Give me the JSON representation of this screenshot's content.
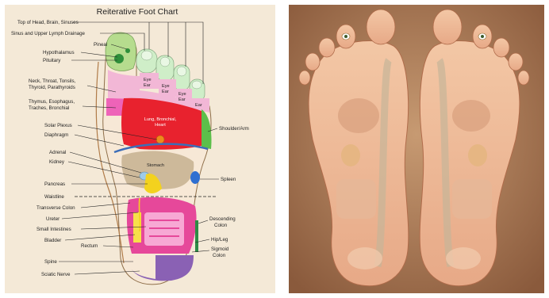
{
  "left_chart": {
    "title": "Reiterative Foot Chart",
    "labels_left": {
      "top_head": "Top of Head, Brain, Sinuses",
      "sinus_lymph": "Sinus and Upper Lymph Drainage",
      "pineal": "Pineal",
      "hypothalamus": "Hypothalamus",
      "pituitary": "Pituitary",
      "neck_1": "Neck, Throat, Tonsils,",
      "neck_2": "Thyroid, Parathyroids",
      "thymus_1": "Thymus, Esophagus,",
      "thymus_2": "Traches, Bronchial",
      "solar_plexus": "Solar Plexus",
      "diaphragm": "Diaphragm",
      "adrenal": "Adrenal",
      "kidney": "Kidney",
      "pancreas": "Pancreas",
      "waistline": "Waistline",
      "transverse_colon": "Transverse Colon",
      "ureter": "Ureter",
      "small_intestines": "Small Intestines",
      "bladder": "Bladder",
      "rectum": "Rectum",
      "spine": "Spine",
      "sciatic_nerve": "Sciatic Nerve"
    },
    "labels_right": {
      "shoulder_arm": "Shoulder/Arm",
      "spleen": "Spleen",
      "descending_1": "Descending",
      "descending_2": "Colon",
      "hip_leg": "Hip/Leg",
      "sigmoid_1": "Sigmoid",
      "sigmoid_2": "Colon"
    },
    "labels_inside": {
      "eye_1": "Eye",
      "ear_1": "Ear",
      "eye_2": "Eye",
      "ear_2": "Ear",
      "eye_3": "Eye",
      "ear_3": "Ear",
      "ear_4": "Ear",
      "lung_1": "Lung, Bronchial,",
      "lung_2": "Heart",
      "stomach": "Stomach"
    },
    "colors": {
      "background": "#f4e9d7",
      "brain": "#b6dc8e",
      "pituitary": "#2f8f3a",
      "toes": "#cfeec8",
      "neck": "#f2b7d6",
      "thymus": "#ee63b8",
      "lung_heart": "#e8222e",
      "shoulder": "#5cbf4a",
      "solar_plexus": "#ef8a1c",
      "stomach": "#cdb99a",
      "spleen": "#2f6fd1",
      "pancreas": "#f3d21e",
      "kidney": "#9ecbe8",
      "intestines": "#e6489a",
      "bladder": "#f7e04a",
      "colon": "#2e8b45",
      "spine": "#8a61b4"
    }
  },
  "right_image": {
    "description_free": true
  }
}
